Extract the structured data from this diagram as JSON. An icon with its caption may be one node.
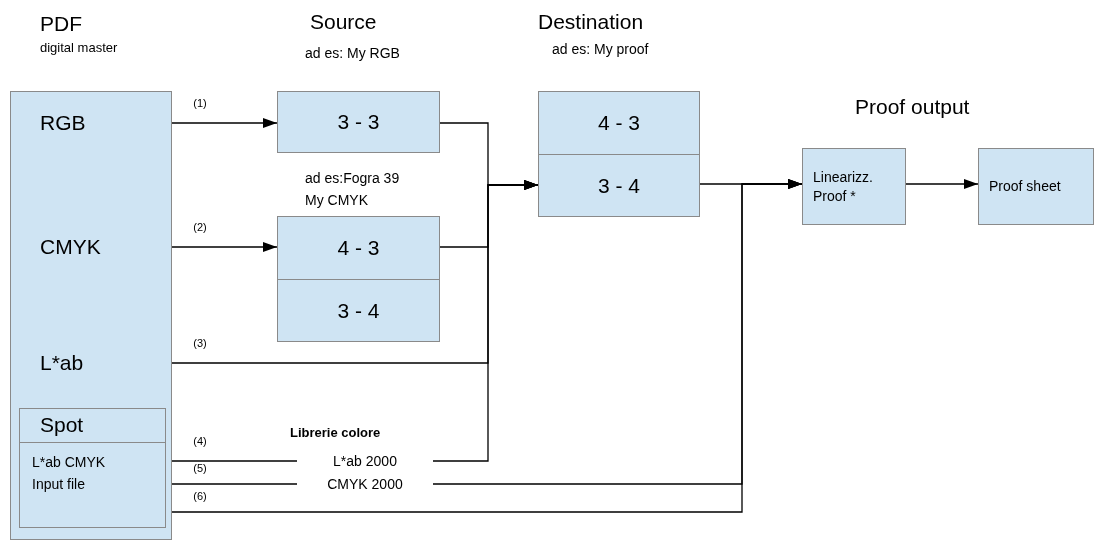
{
  "diagram": {
    "nodes": [
      {
        "text": [
          "PDF",
          "digital master"
        ]
      },
      {
        "text": [
          "RGB"
        ],
        "in": 0
      },
      {
        "text": [
          "CMYK"
        ],
        "in": 0
      },
      {
        "text": [
          "L*ab"
        ],
        "in": 0
      },
      {
        "text": [
          "Spot",
          "L*ab CMYK Input file"
        ],
        "in": 0
      },
      {
        "text": [
          "3 - 3"
        ],
        "beside": [
          "ad es: My RGB"
        ]
      },
      {
        "text": [
          "4 - 3",
          "3 - 4"
        ],
        "beside": [
          "ad es:Fogra 39 My CMYK"
        ]
      },
      {
        "text": [
          "4 - 3",
          "3 - 4"
        ],
        "beside": [
          "ad es: My proof"
        ]
      },
      {
        "text": [
          "L*ab 2000"
        ]
      },
      {
        "text": [
          "CMYK 2000"
        ]
      },
      {
        "text": [
          "Linearizz. Proof *"
        ]
      },
      {
        "text": [
          "Proof sheet"
        ]
      }
    ],
    "edges": [
      {
        "from": 1,
        "to": 5,
        "arrow": "to",
        "label": "(1)"
      },
      {
        "from": 2,
        "to": 6,
        "arrow": "to",
        "label": "(2)"
      },
      {
        "from": 5,
        "to": 7,
        "arrow": "to"
      },
      {
        "from": 6,
        "to": 7,
        "arrow": "to"
      },
      {
        "from": 3,
        "to": 7,
        "arrow": "to",
        "label": "(3)"
      },
      {
        "from": 4,
        "to": 8,
        "arrow": "none",
        "label": "(4)"
      },
      {
        "from": 8,
        "to": 7,
        "arrow": "to"
      },
      {
        "from": 4,
        "to": 9,
        "arrow": "none",
        "label": "(5)"
      },
      {
        "from": 9,
        "to": 10,
        "arrow": "to"
      },
      {
        "from": 4,
        "to": 10,
        "arrow": "to",
        "label": "(6)"
      },
      {
        "from": 7,
        "to": 10,
        "arrow": "to"
      },
      {
        "from": 10,
        "to": 11,
        "arrow": "to"
      }
    ],
    "labels": [
      "Source",
      "Destination",
      "Proof output",
      "Librerie colore"
    ]
  }
}
